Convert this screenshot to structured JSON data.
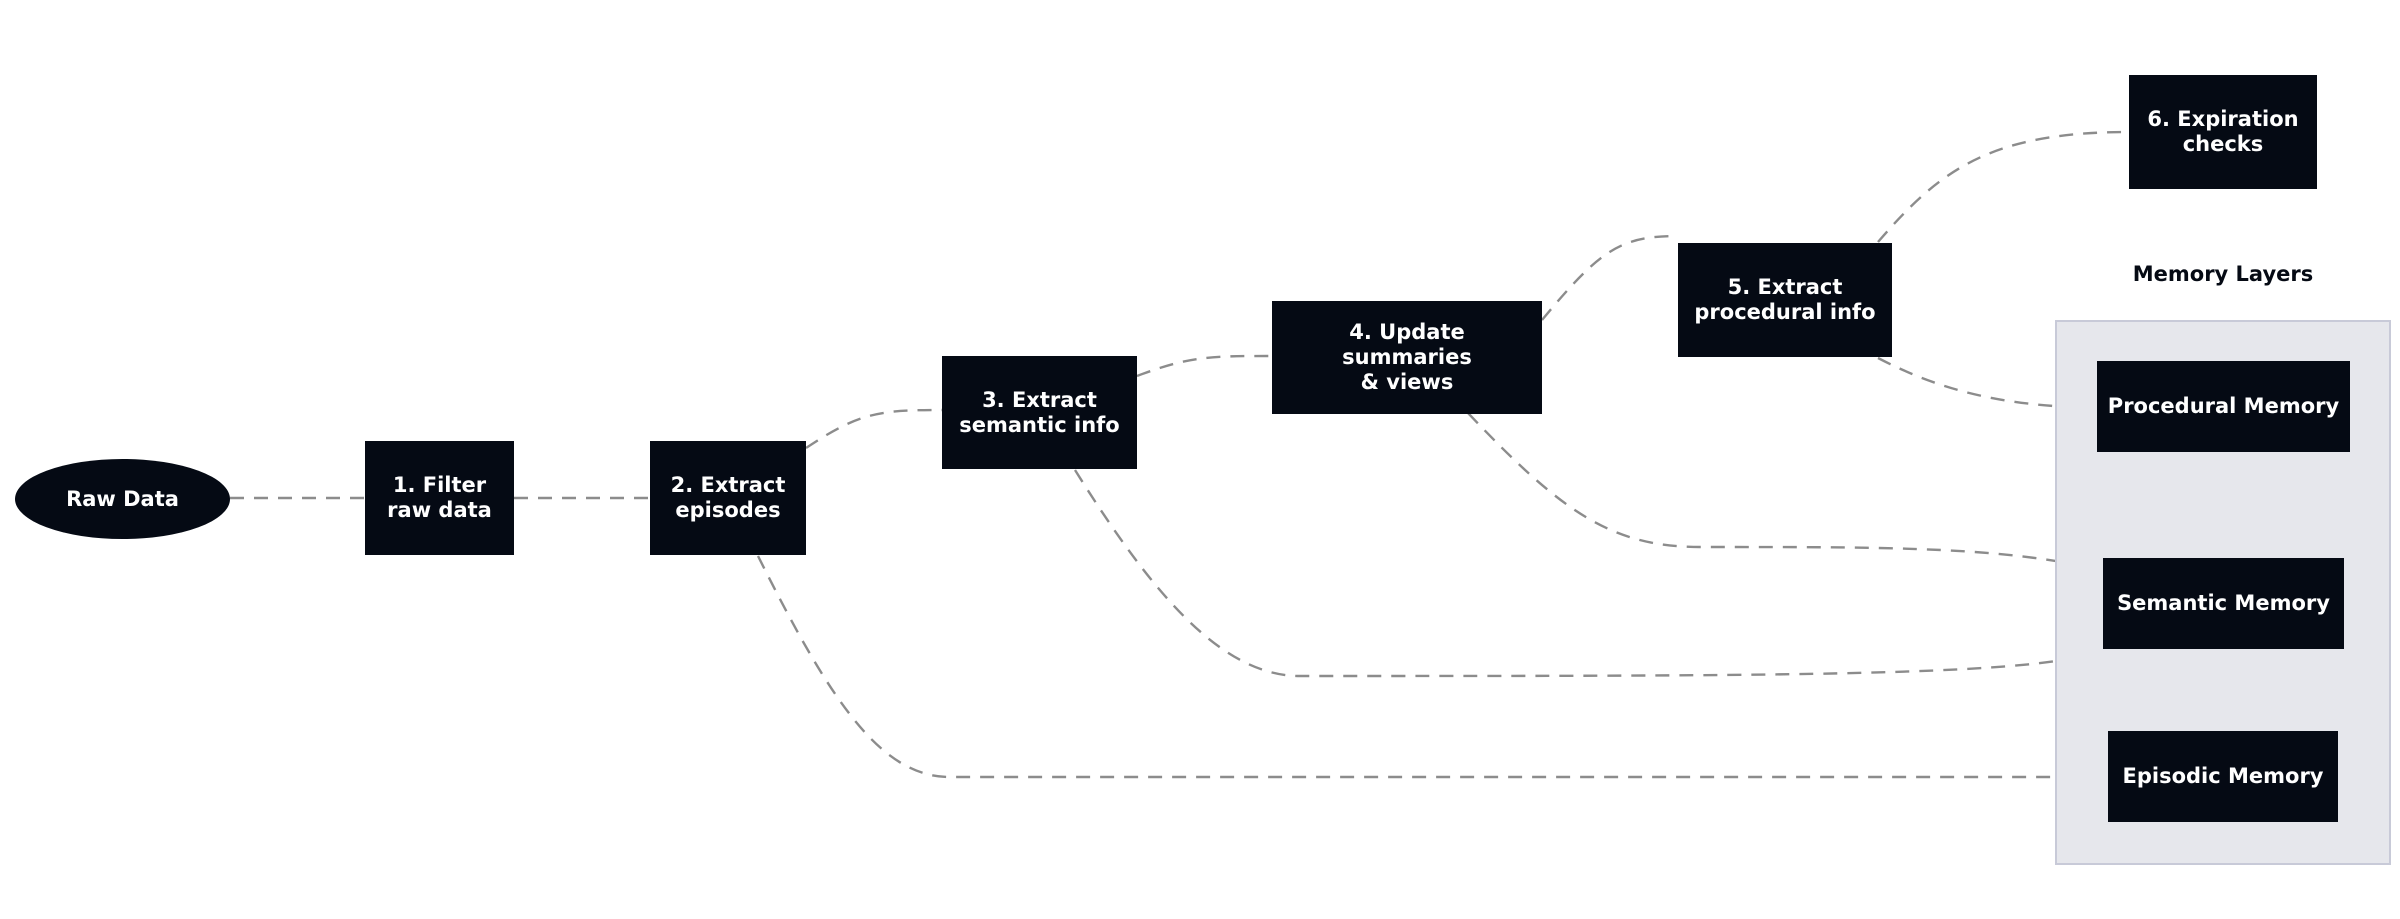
{
  "diagram": {
    "nodes": [
      {
        "id": "raw",
        "label": "Raw Data"
      },
      {
        "id": "n1",
        "label": "1. Filter\nraw data"
      },
      {
        "id": "n2",
        "label": "2. Extract\nepisodes"
      },
      {
        "id": "n3",
        "label": "3. Extract\nsemantic info"
      },
      {
        "id": "n4",
        "label": "4. Update summaries\n& views"
      },
      {
        "id": "n5",
        "label": "5. Extract\nprocedural info"
      },
      {
        "id": "n6",
        "label": "6. Expiration\nchecks"
      },
      {
        "id": "proc",
        "label": "Procedural Memory"
      },
      {
        "id": "sem",
        "label": "Semantic Memory"
      },
      {
        "id": "epi",
        "label": "Episodic Memory"
      }
    ],
    "group": {
      "title": "Memory Layers",
      "members": [
        "proc",
        "sem",
        "epi"
      ]
    },
    "edges": [
      [
        "raw",
        "n1"
      ],
      [
        "n1",
        "n2"
      ],
      [
        "n2",
        "n3"
      ],
      [
        "n3",
        "n4"
      ],
      [
        "n4",
        "n5"
      ],
      [
        "n5",
        "n6"
      ],
      [
        "n5",
        "proc"
      ],
      [
        "n4",
        "sem"
      ],
      [
        "n3",
        "sem"
      ],
      [
        "n2",
        "epi"
      ]
    ],
    "colors": {
      "node_fill": "#050a14",
      "node_text": "#ffffff",
      "edge": "#8c8c8c",
      "group_fill": "#e6e7ec"
    }
  }
}
